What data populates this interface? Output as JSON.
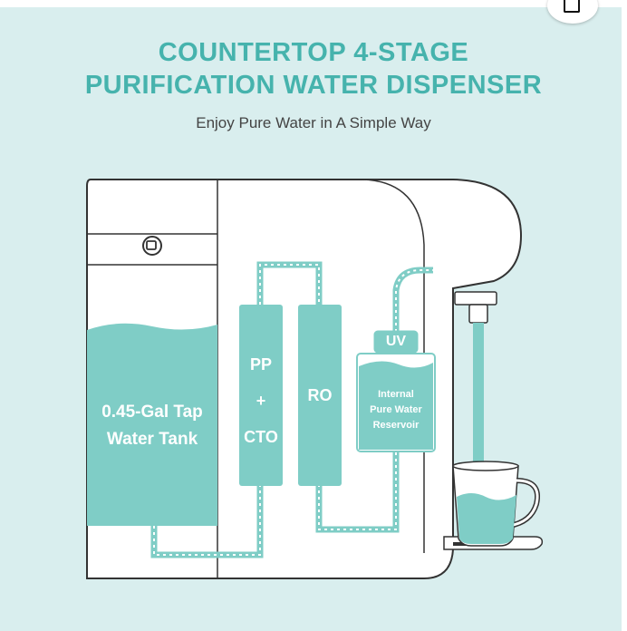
{
  "header": {
    "title_line1": "COUNTERTOP 4-STAGE",
    "title_line2": "PURIFICATION WATER DISPENSER",
    "subtitle": "Enjoy Pure Water in A Simple Way"
  },
  "components": {
    "tank_line1": "0.45-Gal Tap",
    "tank_line2": "Water Tank",
    "filter1_line1": "PP",
    "filter1_line2": "+",
    "filter1_line3": "CTO",
    "filter2": "RO",
    "uv": "UV",
    "reservoir_line1": "Internal",
    "reservoir_line2": "Pure Water",
    "reservoir_line3": "Reservoir"
  },
  "colors": {
    "accent": "#46b3ad",
    "water": "#7fcdc6",
    "background": "#d9eeee",
    "outline": "#333333"
  },
  "icons": {
    "corner": "external-link-icon",
    "tank_lid": "lid-button-icon"
  }
}
